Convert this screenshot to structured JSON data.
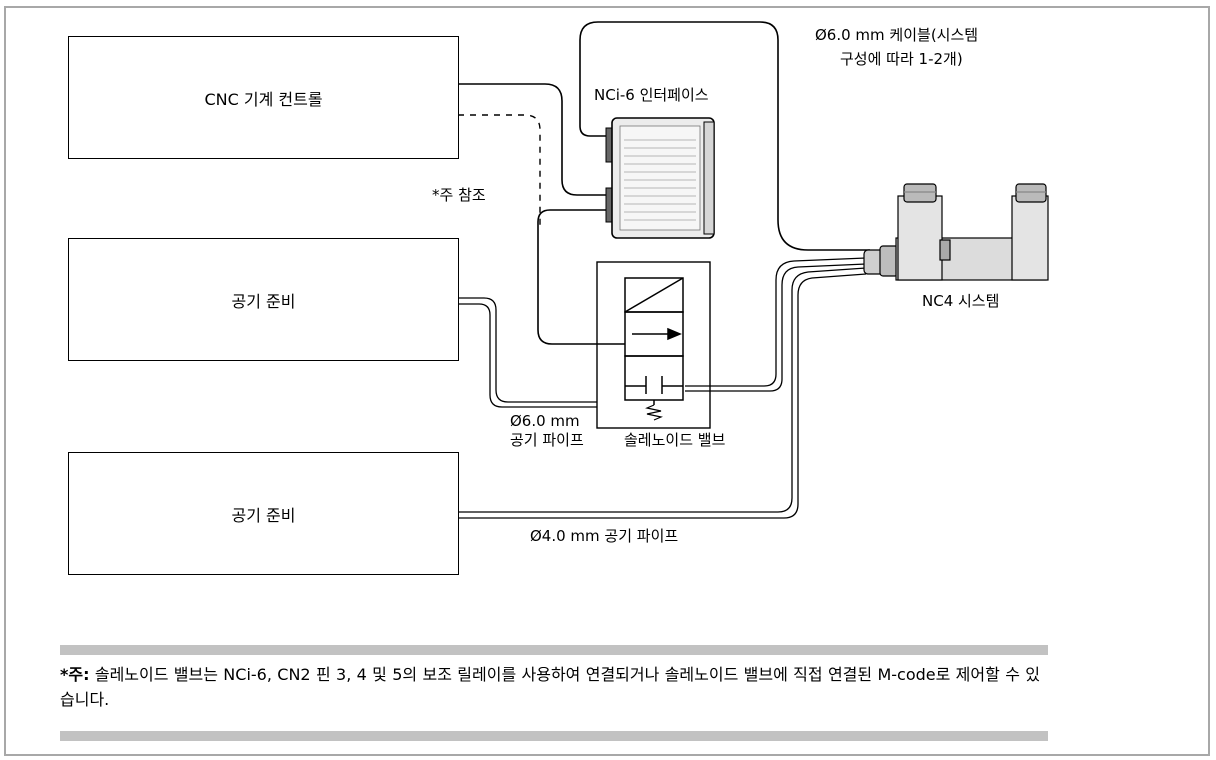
{
  "diagram": {
    "cnc_box": "CNC 기계 컨트롤",
    "air_box_1": "공기 준비",
    "air_box_2": "공기 준비",
    "interface_label": "NCi-6 인터페이스",
    "cable_label_line1": "Ø6.0 mm 케이블(시스템",
    "cable_label_line2": "구성에 따라 1-2개)",
    "note_ref": "*주 참조",
    "system_label": "NC4 시스템",
    "pipe6_label_line1": "Ø6.0 mm",
    "pipe6_label_line2": "공기 파이프",
    "valve_label": "솔레노이드 밸브",
    "pipe4_label": "Ø4.0 mm 공기 파이프"
  },
  "note": {
    "prefix": "*주:",
    "text": " 솔레노이드 밸브는 NCi-6, CN2 핀 3, 4 및 5의 보조 릴레이를 사용하여 연결되거나 솔레노이드 밸브에 직접 연결된 M-code로 제어할 수 있습니다."
  },
  "colors": {
    "frame": "#a8a8a8",
    "rule": "#c2c2c2",
    "line": "#000000",
    "device": "#9a9a9a"
  }
}
